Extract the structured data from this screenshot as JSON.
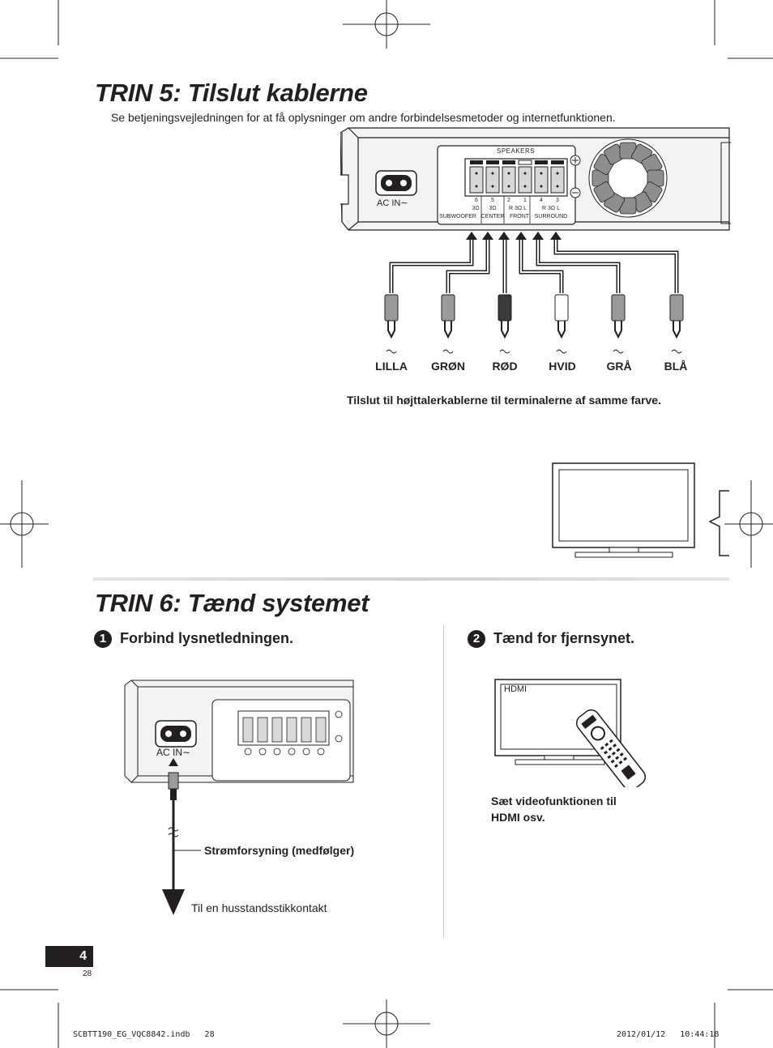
{
  "step5": {
    "title": "TRIN 5: Tilslut kablerne",
    "intro": "Se betjeningsvejledningen for at få oplysninger om andre forbindelsesmetoder og internetfunktionen.",
    "panel": {
      "speakers_label": "SPEAKERS",
      "ac_in_label": "AC IN∼",
      "channels": [
        {
          "num": "6",
          "ohm": "3Ω",
          "name": "SUBWOOFER"
        },
        {
          "num": "5",
          "ohm": "3Ω",
          "name": "CENTER"
        },
        {
          "num": "2",
          "ohm": "R 3Ω L",
          "name": "FRONT"
        },
        {
          "num": "1",
          "ohm": "",
          "name": ""
        },
        {
          "num": "4",
          "ohm": "R 3Ω L",
          "name": "SURROUND"
        },
        {
          "num": "3",
          "ohm": "",
          "name": ""
        }
      ]
    },
    "cable_colors": [
      "LILLA",
      "GRØN",
      "RØD",
      "HVID",
      "GRÅ",
      "BLÅ"
    ],
    "caption": "Tilslut til højttalerkablerne til terminalerne af samme farve."
  },
  "step6": {
    "title": "TRIN 6: Tænd systemet",
    "sub1": {
      "num": "1",
      "heading": "Forbind lysnetledningen.",
      "ac_in_label": "AC IN∼",
      "power_cord_label": "Strømforsyning (medfølger)",
      "outlet_label": "Til en husstandsstikkontakt"
    },
    "sub2": {
      "num": "2",
      "heading": "Tænd for fjernsynet.",
      "tv_screen_label": "HDMI",
      "note": [
        "Sæt videofunktionen til",
        "HDMI osv."
      ]
    }
  },
  "footer": {
    "page_number": "4",
    "sub_page": "28",
    "file": "SCBTT190_EG_VQC8842.indb   28",
    "timestamp": "2012/01/12   10:44:18"
  },
  "colors": {
    "text": "#231f20",
    "panel_fill": "#ebebeb",
    "fan_fill": "#8e8e8e",
    "divider": "#d2d2d2"
  }
}
